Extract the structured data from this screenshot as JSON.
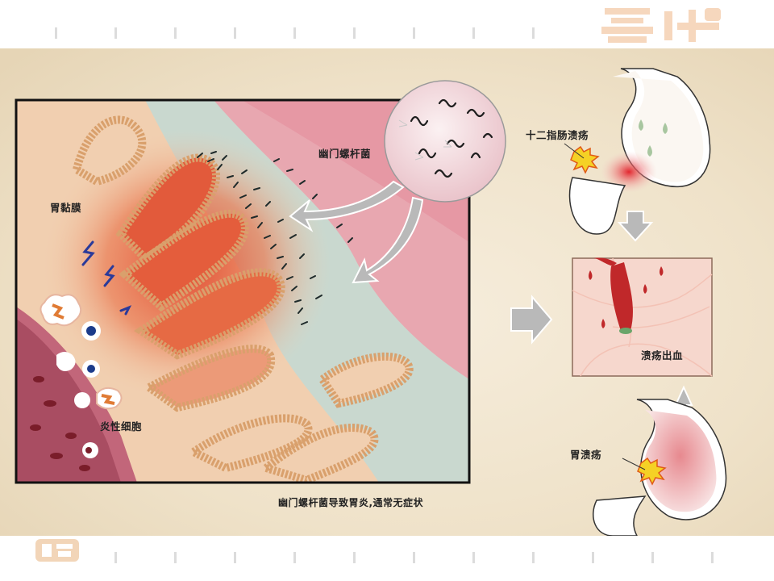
{
  "labels": {
    "gastric_mucosa": "胃黏膜",
    "h_pylori": "幽门螺杆菌",
    "inflammatory_cells": "炎性细胞",
    "caption": "幽门螺杆菌导致胃炎,通常无症状",
    "duodenal_ulcer": "十二指肠溃疡",
    "ulcer_bleeding": "溃疡出血",
    "gastric_ulcer": "胃溃疡"
  },
  "colors": {
    "frame": "#111111",
    "mucosa": "#f1cfb0",
    "mucus_layer": "#c9d8cf",
    "lumen_pink": "#e8a7b0",
    "inflammation": "#e2563a",
    "villi_border": "#d9a06c",
    "arrow_gray": "#b9b9b9",
    "blood": "#c0282a"
  },
  "icons": [
    "bacteria-magnifier-icon",
    "down-arrow-icon",
    "up-arrow-icon",
    "right-arrow-icon",
    "curved-arrow-icon",
    "lightning-icon",
    "explosion-icon",
    "stomach-icon"
  ]
}
